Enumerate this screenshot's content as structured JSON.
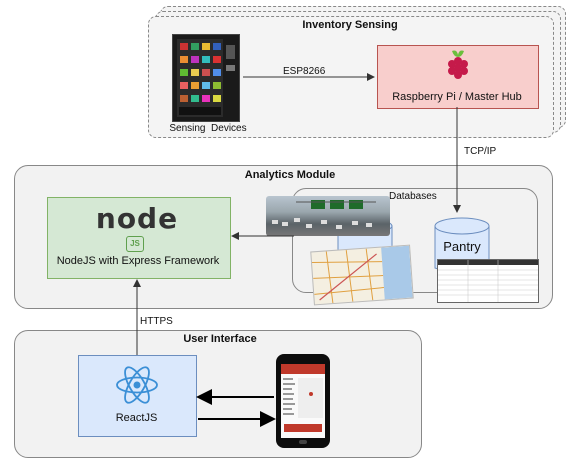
{
  "inventory_sensing": {
    "title": "Inventory Sensing",
    "sensing_devices_label": "Sensing  Devices",
    "esp_label": "ESP8266",
    "hub_label": "Raspberry Pi / Master Hub",
    "hub_color": "#f8cecc",
    "hub_border": "#b85450"
  },
  "connection_tcp": "TCP/IP",
  "analytics": {
    "title": "Analytics Module",
    "node_logo_text": "node",
    "node_badge": "JS",
    "node_label": "NodeJS with Express Framework",
    "node_color": "#d5e8d4",
    "node_border": "#82b366",
    "databases_label": "Databases",
    "pantry_label": "Pantry"
  },
  "connection_https": "HTTPS",
  "user_interface": {
    "title": "User Interface",
    "react_label": "ReactJS",
    "react_color": "#dae8fc",
    "react_border": "#6c8ebf"
  }
}
